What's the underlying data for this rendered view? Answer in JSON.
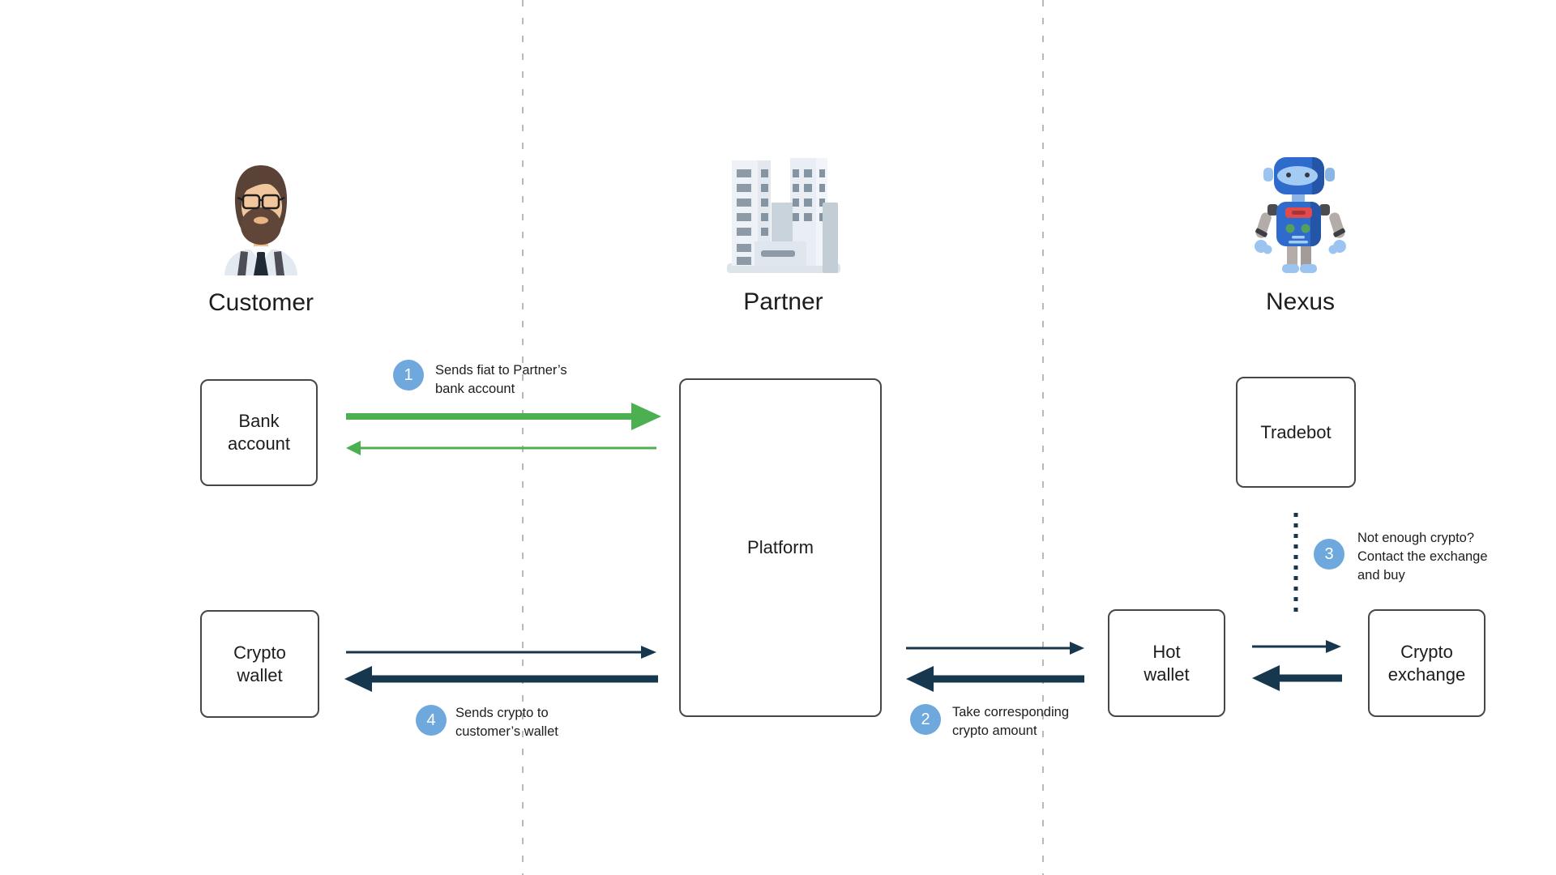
{
  "colors": {
    "green": "#4caf50",
    "navy": "#17374e",
    "badge_blue": "#6fa8dc",
    "box_border": "#474747",
    "lane_gray": "#b9b9b9",
    "text": "#1d1d1d"
  },
  "actors": [
    {
      "title": "Customer",
      "icon": "customer-avatar-icon"
    },
    {
      "title": "Partner",
      "icon": "building-icon"
    },
    {
      "title": "Nexus",
      "icon": "robot-icon"
    }
  ],
  "nodes": {
    "bank_account": {
      "lines": [
        "Bank",
        "account"
      ]
    },
    "crypto_wallet": {
      "lines": [
        "Crypto",
        "wallet"
      ]
    },
    "platform": {
      "lines": [
        "Platform"
      ]
    },
    "tradebot": {
      "lines": [
        "Tradebot"
      ]
    },
    "hot_wallet": {
      "lines": [
        "Hot",
        "wallet"
      ]
    },
    "crypto_exchange": {
      "lines": [
        "Crypto",
        "exchange"
      ]
    }
  },
  "steps": [
    {
      "num": "1",
      "lines": [
        "Sends fiat to Partner’s",
        "bank account"
      ]
    },
    {
      "num": "2",
      "lines": [
        "Take corresponding",
        "crypto amount"
      ]
    },
    {
      "num": "3",
      "lines": [
        "Not enough crypto?",
        "Contact the exchange",
        "and buy"
      ]
    },
    {
      "num": "4",
      "lines": [
        "Sends crypto to",
        "customer’s wallet"
      ]
    }
  ],
  "connectors": [
    {
      "from": "bank_account",
      "to": "platform",
      "color": "green",
      "weight": "thick",
      "direction": "right",
      "step": "1"
    },
    {
      "from": "platform",
      "to": "bank_account",
      "color": "green",
      "weight": "thin",
      "direction": "left"
    },
    {
      "from": "crypto_wallet",
      "to": "platform",
      "color": "navy",
      "weight": "thin",
      "direction": "right"
    },
    {
      "from": "platform",
      "to": "crypto_wallet",
      "color": "navy",
      "weight": "thick",
      "direction": "left",
      "step": "4"
    },
    {
      "from": "platform",
      "to": "hot_wallet",
      "color": "navy",
      "weight": "thin",
      "direction": "right"
    },
    {
      "from": "hot_wallet",
      "to": "platform",
      "color": "navy",
      "weight": "thick",
      "direction": "left",
      "step": "2"
    },
    {
      "from": "hot_wallet",
      "to": "crypto_exchange",
      "color": "navy",
      "weight": "thin",
      "direction": "right"
    },
    {
      "from": "crypto_exchange",
      "to": "hot_wallet",
      "color": "navy",
      "weight": "thick",
      "direction": "left"
    },
    {
      "from": "tradebot",
      "to": "hot_wallet_exchange_gap",
      "color": "navy",
      "style": "dotted",
      "direction": "down",
      "step": "3"
    }
  ]
}
